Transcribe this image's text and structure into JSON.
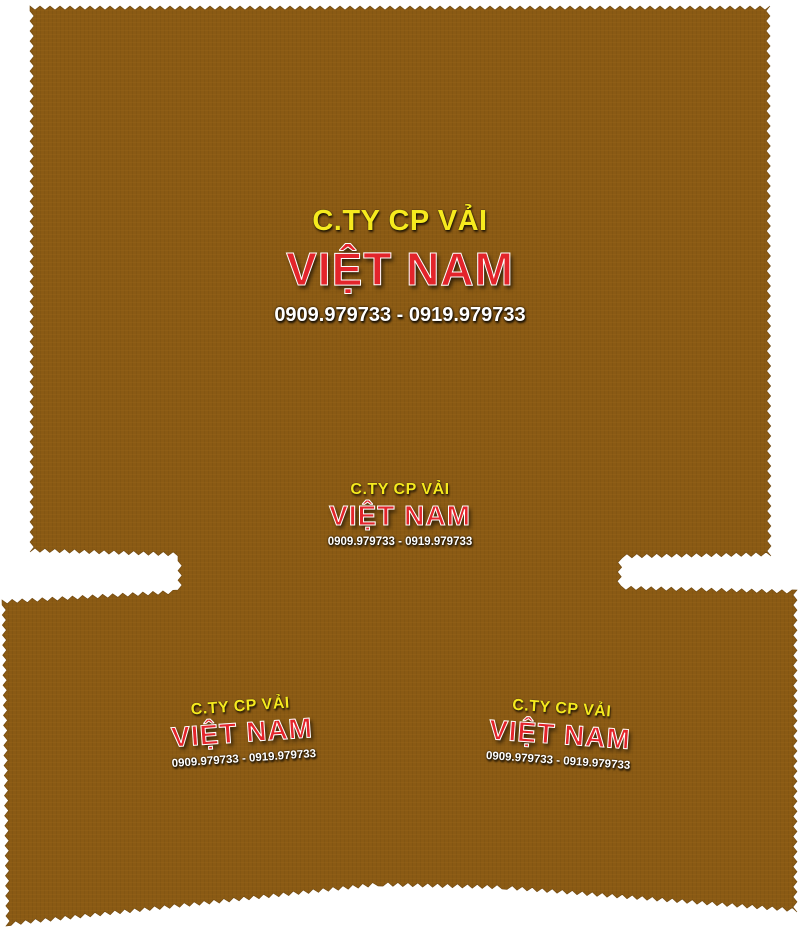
{
  "colors": {
    "cloth": "#8a5a14",
    "cloth_dark": "#7a4e10",
    "company_text": "#f6ea1e",
    "brand_text": "#e3242b",
    "phone_text": "#ffffff"
  },
  "labels": [
    {
      "company": "C.TY CP VẢI",
      "brand": "VIỆT NAM",
      "phone": "0909.979733 - 0919.979733"
    },
    {
      "company": "C.TY CP VẢI",
      "brand": "VIỆT NAM",
      "phone": "0909.979733 - 0919.979733"
    },
    {
      "company": "C.TY CP VẢI",
      "brand": "VIỆT NAM",
      "phone": "0909.979733 - 0919.979733"
    },
    {
      "company": "C.TY CP VẢI",
      "brand": "VIỆT NAM",
      "phone": "0909.979733 - 0919.979733"
    }
  ]
}
